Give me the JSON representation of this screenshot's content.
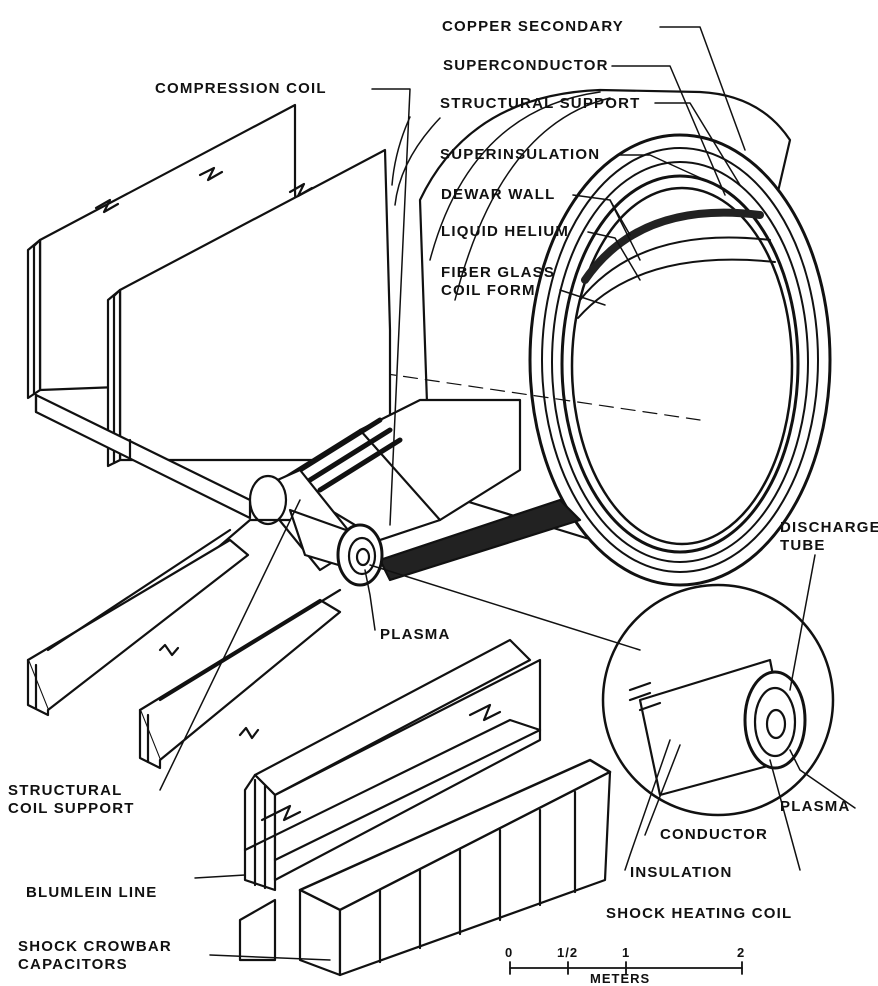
{
  "labels": {
    "copper_secondary": "COPPER SECONDARY",
    "superconductor": "SUPERCONDUCTOR",
    "compression_coil": "COMPRESSION COIL",
    "structural_support": "STRUCTURAL SUPPORT",
    "superinsulation": "SUPERINSULATION",
    "dewar_wall": "DEWAR WALL",
    "liquid_helium": "LIQUID HELIUM",
    "fiber_glass_line1": "FIBER GLASS",
    "fiber_glass_line2": "COIL FORM",
    "discharge_tube_line1": "DISCHARGE",
    "discharge_tube_line2": "TUBE",
    "plasma_center": "PLASMA",
    "plasma_detail": "PLASMA",
    "conductor": "CONDUCTOR",
    "insulation": "INSULATION",
    "shock_heating_coil": "SHOCK HEATING COIL",
    "structural_coil_support_line1": "STRUCTURAL",
    "structural_coil_support_line2": "COIL SUPPORT",
    "blumlein_line": "BLUMLEIN LINE",
    "shock_crowbar_line1": "SHOCK CROWBAR",
    "shock_crowbar_line2": "CAPACITORS"
  },
  "scale": {
    "ticks": [
      "0",
      "1/2",
      "1",
      "2"
    ],
    "unit": "METERS"
  },
  "colors": {
    "ink": "#111111",
    "paper": "#ffffff"
  }
}
